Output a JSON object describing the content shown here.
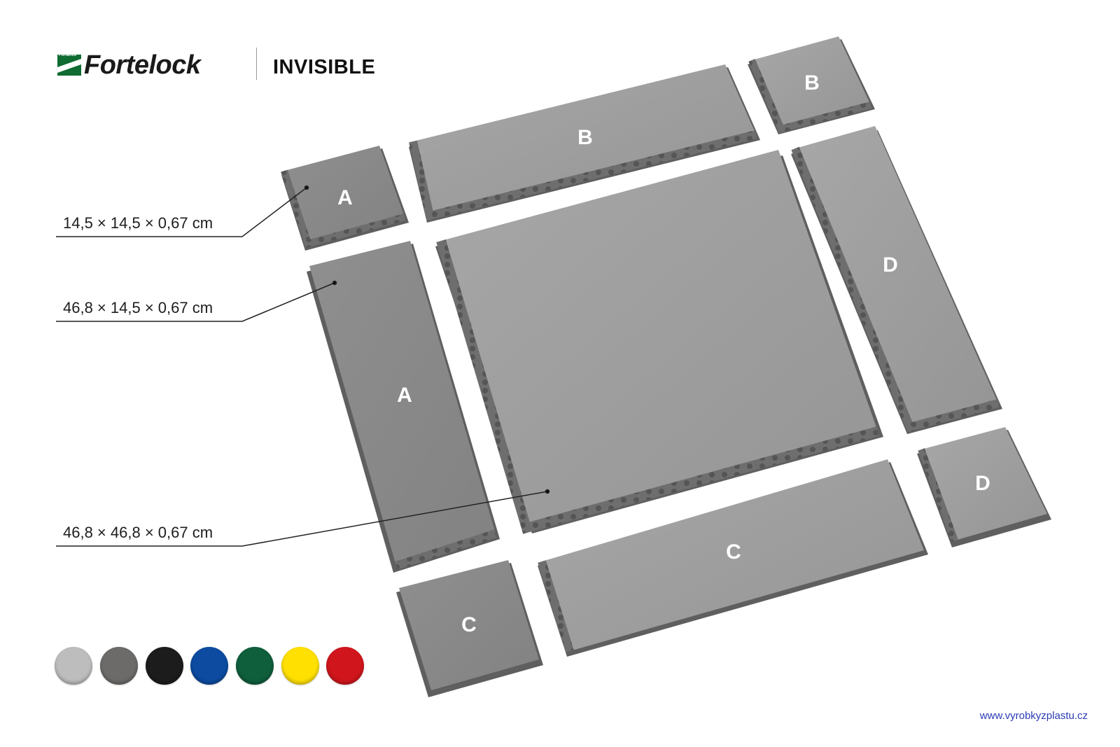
{
  "brand": {
    "name": "Fortelock",
    "parent": "Fortemix",
    "product": "INVISIBLE"
  },
  "dimensions": [
    "14,5 × 14,5 × 0,67 cm",
    "46,8 × 14,5 × 0,67 cm",
    "46,8 × 46,8 × 0,67 cm"
  ],
  "tiles": {
    "a_small": "A",
    "a_long": "A",
    "b_long": "B",
    "b_small": "B",
    "c_long": "C",
    "c_small": "C",
    "d_long": "D",
    "d_small": "D"
  },
  "colors": {
    "swatches": [
      "#bdbdbd",
      "#6d6b69",
      "#1c1c1c",
      "#0c4ba0",
      "#0f5e3c",
      "#ffe000",
      "#d0161c"
    ],
    "logo_green": "#0f6b32"
  },
  "footer": {
    "url": "www.vyrobkyzplastu.cz"
  }
}
